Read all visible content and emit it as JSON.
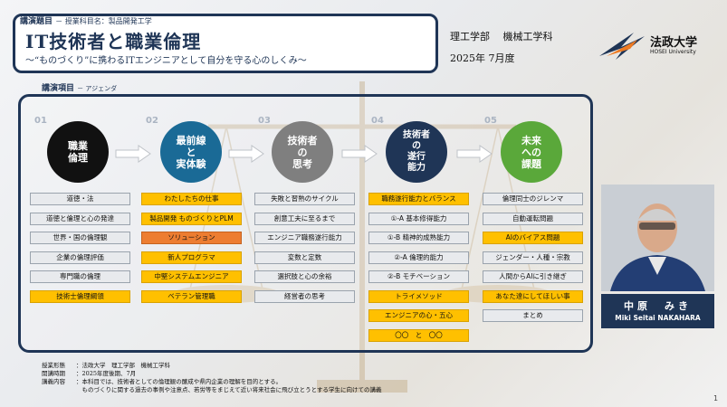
{
  "title": {
    "label": "講演題目",
    "course": "－ 授業科目名：製品開発工学",
    "main": "IT技術者と職業倫理",
    "subtitle": "～“ものづくり”に携わるITエンジニアとして自分を守る心のしくみ～"
  },
  "header": {
    "dept": "理工学部　 機械工学科",
    "date": "2025年 7月度",
    "logo_text": "法政大学",
    "logo_sub": "HOSEI University"
  },
  "agenda": {
    "label": "講演項目",
    "label_sub": "－ アジェンダ"
  },
  "steps": [
    {
      "num": "01",
      "title": "職業\n倫理",
      "color": "#111111"
    },
    {
      "num": "02",
      "title": "最前線\nと\n実体験",
      "color": "#1a6a96"
    },
    {
      "num": "03",
      "title": "技術者\nの\n思考",
      "color": "#7f7f7f"
    },
    {
      "num": "04",
      "title": "技術者\nの\n遂行\n能力",
      "color": "#1f3556"
    },
    {
      "num": "05",
      "title": "未来\nへの\n課題",
      "color": "#5aa83a"
    }
  ],
  "columns": [
    [
      {
        "text": "道徳・法",
        "style": "gray"
      },
      {
        "text": "道徳と倫理と心の発達",
        "style": "gray"
      },
      {
        "text": "世界・国の倫理観",
        "style": "gray"
      },
      {
        "text": "企業の倫理評価",
        "style": "gray"
      },
      {
        "text": "専門職の倫理",
        "style": "gray"
      },
      {
        "text": "技術士倫理綱領",
        "style": "yellow"
      }
    ],
    [
      {
        "text": "わたしたちの仕事",
        "style": "yellow"
      },
      {
        "text": "製品開発 ものづくりとPLM",
        "style": "yellow"
      },
      {
        "text": "ソリューション",
        "style": "orange"
      },
      {
        "text": "新人プログラマ",
        "style": "yellow"
      },
      {
        "text": "中堅システムエンジニア",
        "style": "yellow"
      },
      {
        "text": "ベテラン管理職",
        "style": "yellow"
      }
    ],
    [
      {
        "text": "失敗と習熟のサイクル",
        "style": "gray"
      },
      {
        "text": "創意工夫に至るまで",
        "style": "gray"
      },
      {
        "text": "エンジニア職務遂行能力",
        "style": "gray"
      },
      {
        "text": "変数と定数",
        "style": "gray"
      },
      {
        "text": "選択肢と心の余裕",
        "style": "gray"
      },
      {
        "text": "経営者の思考",
        "style": "gray"
      }
    ],
    [
      {
        "text": "職務遂行能力とバランス",
        "style": "yellow"
      },
      {
        "text": "①-A 基本修得能力",
        "style": "gray"
      },
      {
        "text": "①-B 精神的成熟能力",
        "style": "gray"
      },
      {
        "text": "②-A 倫理的能力",
        "style": "gray"
      },
      {
        "text": "②-B モチベーション",
        "style": "gray"
      },
      {
        "text": "トライメソッド",
        "style": "yellow"
      },
      {
        "text": "エンジニアの心・五心",
        "style": "yellow"
      },
      {
        "text": "〇〇　と　〇〇",
        "style": "yellow"
      }
    ],
    [
      {
        "text": "倫理同士のジレンマ",
        "style": "gray"
      },
      {
        "text": "自動運転問題",
        "style": "gray"
      },
      {
        "text": "AIのバイアス問題",
        "style": "yellow"
      },
      {
        "text": "ジェンダー・人種・宗教",
        "style": "gray"
      },
      {
        "text": "人間からAIに引き継ぎ",
        "style": "gray"
      },
      {
        "text": "あなた達にしてほしい事",
        "style": "yellow"
      },
      {
        "text": "まとめ",
        "style": "gray"
      }
    ]
  ],
  "speaker": {
    "name_jp": "中原　みき",
    "name_en": "Miki Seitai NAKAHARA"
  },
  "footer": {
    "rows": [
      {
        "k": "授業形態",
        "v": "：法政大学　理工学部　機械工学科"
      },
      {
        "k": "開講時期",
        "v": "：2025年度後期、7月"
      },
      {
        "k": "講義内容",
        "v": "：本科目では、技術者としての倫理観の醸成や県内企業の理解を目的とする。"
      },
      {
        "k": "",
        "v": "　ものづくりに関する過去の事例や注意点、若労等をまじえて近い将来社会に飛び立とうとする学生に向けての講義"
      }
    ]
  },
  "page_number": "1"
}
